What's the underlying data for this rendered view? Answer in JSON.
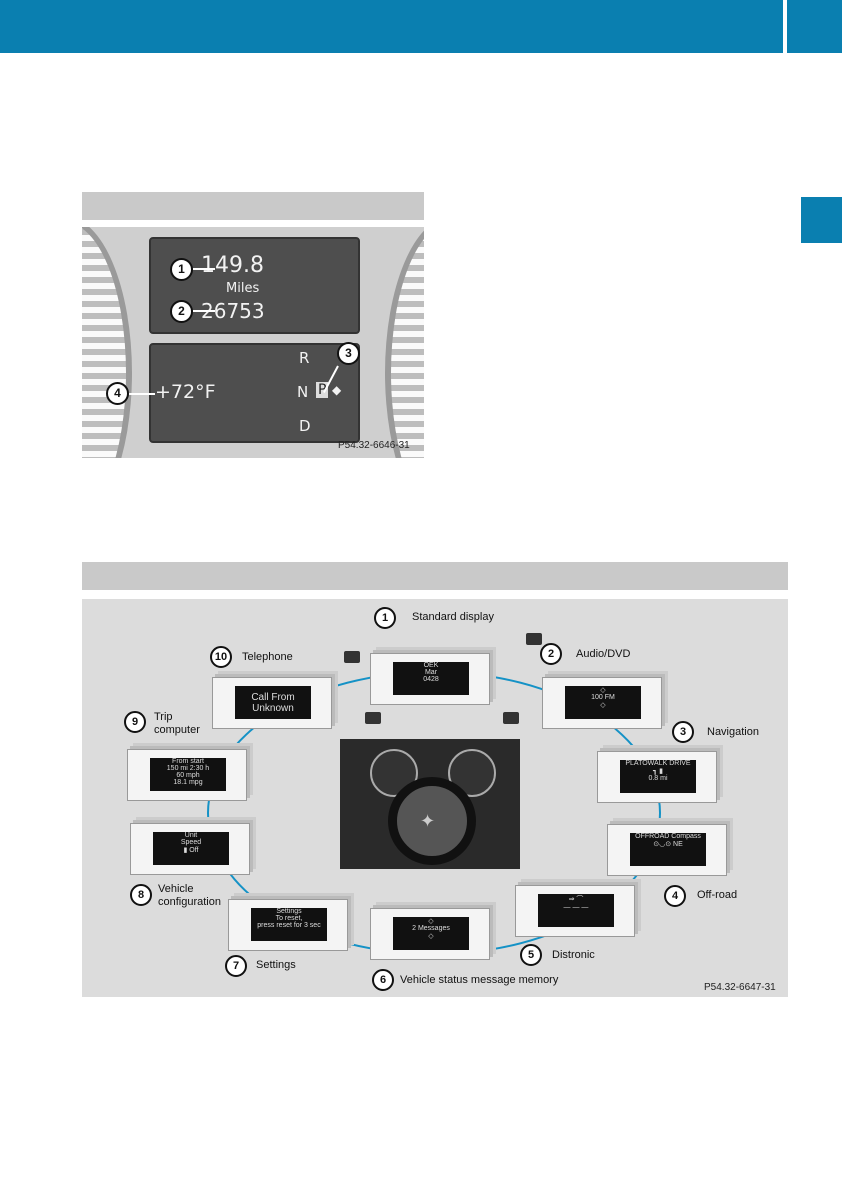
{
  "cluster_figure": {
    "trip_value": "149.8",
    "unit": "Miles",
    "odometer": "26753",
    "temperature": "+72°F",
    "gear_r": "R",
    "gear_n": "N",
    "gear_p": "P",
    "gear_d": "D",
    "callouts": [
      "1",
      "2",
      "3",
      "4"
    ],
    "figure_code": "P54.32-6646-31"
  },
  "menu_figure": {
    "items": [
      {
        "num": "1",
        "label": "Standard display",
        "screen": [
          "OEK",
          "Mar",
          "0428"
        ]
      },
      {
        "num": "2",
        "label": "Audio/DVD",
        "screen": [
          "◇",
          "100 FM",
          "◇"
        ]
      },
      {
        "num": "3",
        "label": "Navigation",
        "screen": [
          "PLATOWALK DRIVE",
          "┓  ▮",
          "0.8 mi"
        ]
      },
      {
        "num": "4",
        "label": "Off-road",
        "screen": [
          "OFFROAD  Compass",
          "⊙◡⊙    NE"
        ]
      },
      {
        "num": "5",
        "label": "Distronic",
        "screen": [
          "⇒     ⌒",
          "— — —"
        ]
      },
      {
        "num": "6",
        "label": "Vehicle status message memory",
        "screen": [
          "◇",
          "2 Messages",
          "◇"
        ]
      },
      {
        "num": "7",
        "label": "Settings",
        "screen": [
          "Settings",
          "To reset,",
          "press reset for 3 sec"
        ]
      },
      {
        "num": "8",
        "label": "Vehicle configuration",
        "screen": [
          "Unit",
          "Speed",
          "▮ Off"
        ]
      },
      {
        "num": "9",
        "label": "Trip computer",
        "screen": [
          "From start",
          "150 mi   2:30 h",
          "60 mph",
          "18.1 mpg"
        ]
      },
      {
        "num": "10",
        "label": "Telephone",
        "screen": [
          "Call From",
          "Unknown"
        ]
      }
    ],
    "figure_code": "P54.32-6647-31"
  },
  "colors": {
    "accent": "#0a7fb0",
    "section_header": "#c9c9c9",
    "connector": "#1592c6"
  }
}
